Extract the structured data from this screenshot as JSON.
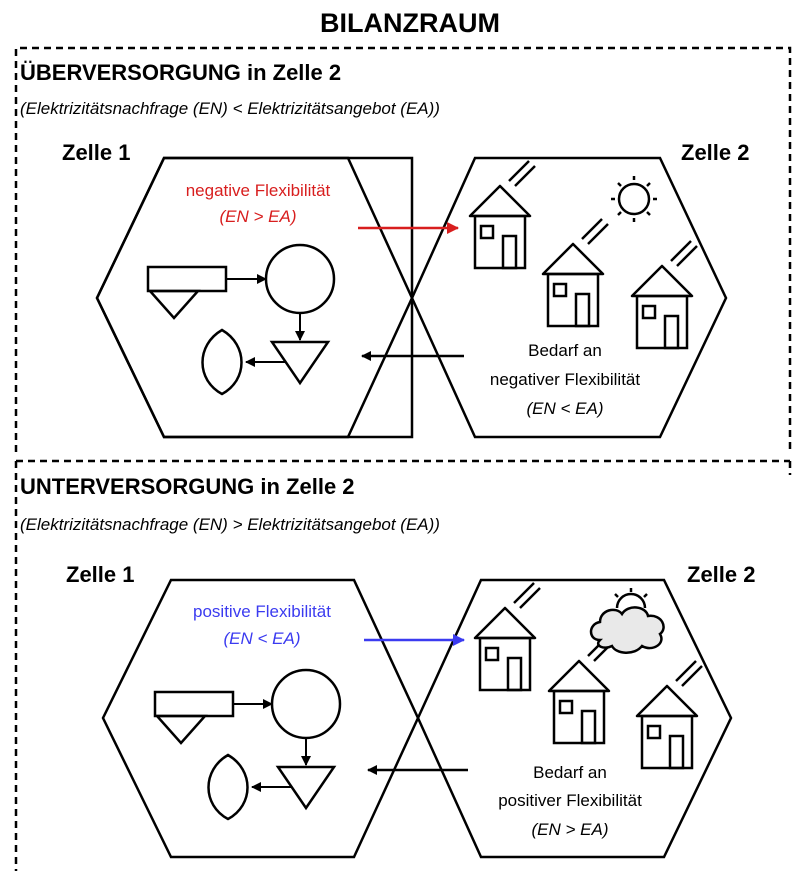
{
  "title": "BILANZRAUM",
  "colors": {
    "negative_flex": "#d81e1e",
    "positive_flex": "#3b3bf0",
    "stroke": "#000000",
    "cloud_fill": "#e9e9e9"
  },
  "sections": [
    {
      "heading": "ÜBERVERSORGUNG in Zelle 2",
      "condition": "(Elektrizitätsnachfrage (EN) < Elektrizitätsangebot (EA))",
      "cell1_label": "Zelle 1",
      "cell2_label": "Zelle 2",
      "flex_label_line1": "negative Flexibilität",
      "flex_label_line2": "(EN > EA)",
      "need_line1": "Bedarf an",
      "need_line2": "negativer Flexibilität",
      "need_line3": "(EN < EA)",
      "weather_icon": "sun-icon"
    },
    {
      "heading": "UNTERVERSORGUNG in Zelle 2",
      "condition": "(Elektrizitätsnachfrage (EN) > Elektrizitätsangebot (EA))",
      "cell1_label": "Zelle 1",
      "cell2_label": "Zelle 2",
      "flex_label_line1": "positive Flexibilität",
      "flex_label_line2": "(EN < EA)",
      "need_line1": "Bedarf an",
      "need_line2": "positiver Flexibilität",
      "need_line3": "(EN > EA)",
      "weather_icon": "cloud-sun-icon"
    }
  ]
}
